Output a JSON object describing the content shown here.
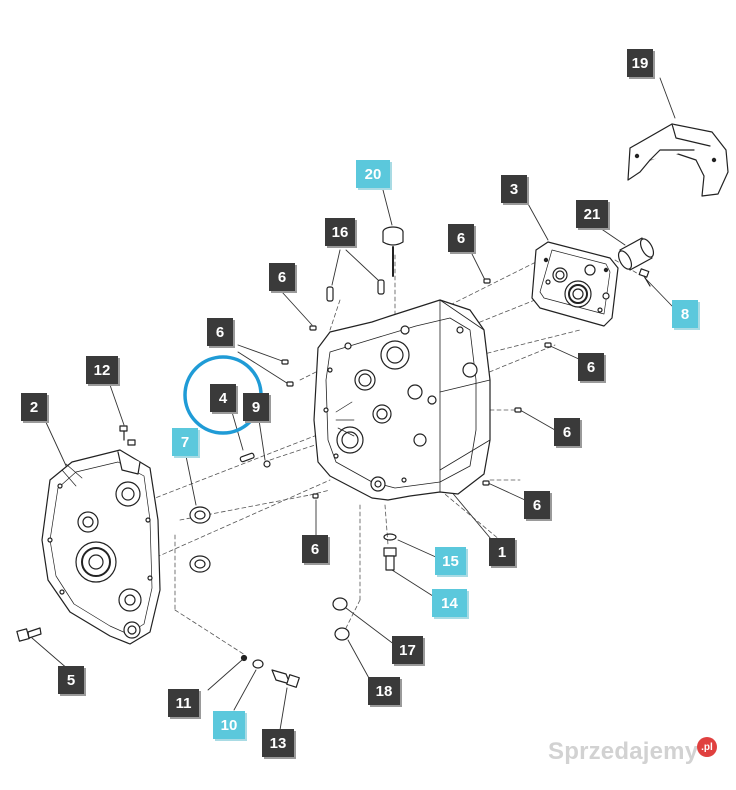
{
  "callouts": {
    "c1": {
      "text": "1",
      "color": "#3a3a3a"
    },
    "c2": {
      "text": "2",
      "color": "#3a3a3a"
    },
    "c3": {
      "text": "3",
      "color": "#3a3a3a"
    },
    "c4": {
      "text": "4",
      "color": "#3a3a3a"
    },
    "c5": {
      "text": "5",
      "color": "#3a3a3a"
    },
    "c6a": {
      "text": "6",
      "color": "#3a3a3a"
    },
    "c6b": {
      "text": "6",
      "color": "#3a3a3a"
    },
    "c6c": {
      "text": "6",
      "color": "#3a3a3a"
    },
    "c6d": {
      "text": "6",
      "color": "#3a3a3a"
    },
    "c6e": {
      "text": "6",
      "color": "#3a3a3a"
    },
    "c6f": {
      "text": "6",
      "color": "#3a3a3a"
    },
    "c6g": {
      "text": "6",
      "color": "#3a3a3a"
    },
    "c7": {
      "text": "7",
      "color": "#5bc8dc"
    },
    "c8": {
      "text": "8",
      "color": "#5bc8dc"
    },
    "c9": {
      "text": "9",
      "color": "#3a3a3a"
    },
    "c10": {
      "text": "10",
      "color": "#5bc8dc"
    },
    "c11": {
      "text": "11",
      "color": "#3a3a3a"
    },
    "c12": {
      "text": "12",
      "color": "#3a3a3a"
    },
    "c13": {
      "text": "13",
      "color": "#3a3a3a"
    },
    "c14": {
      "text": "14",
      "color": "#5bc8dc"
    },
    "c15": {
      "text": "15",
      "color": "#5bc8dc"
    },
    "c16": {
      "text": "16",
      "color": "#3a3a3a"
    },
    "c17": {
      "text": "17",
      "color": "#3a3a3a"
    },
    "c18": {
      "text": "18",
      "color": "#3a3a3a"
    },
    "c19": {
      "text": "19",
      "color": "#3a3a3a"
    },
    "c20": {
      "text": "20",
      "color": "#5bc8dc"
    },
    "c21": {
      "text": "21",
      "color": "#3a3a3a"
    }
  },
  "highlight_circle_color": "#1f9bd6",
  "watermark": {
    "text": "Sprzedajemy",
    "badge": ".pl"
  }
}
